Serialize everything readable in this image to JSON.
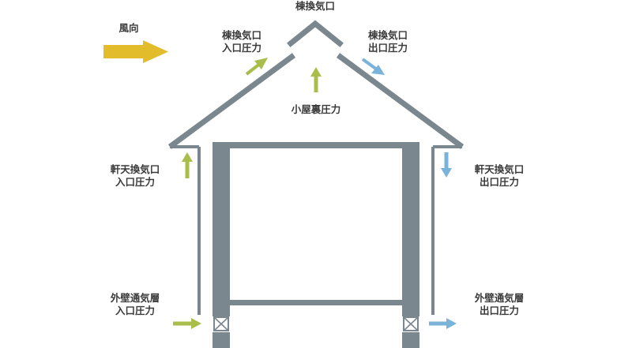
{
  "colors": {
    "structure": "#7b878e",
    "wind_arrow": "#e2bc2a",
    "inlet_arrow": "#a9bd4a",
    "outlet_arrow": "#7ab3d9",
    "text": "#3a3a3a"
  },
  "icons": {
    "vent_box": "cross-box-icon"
  },
  "labels": {
    "wind_direction": "風向",
    "ridge_vent": "棟換気口",
    "ridge_inlet": [
      "棟換気口",
      "入口圧力"
    ],
    "ridge_outlet": [
      "棟換気口",
      "出口圧力"
    ],
    "attic_pressure": "小屋裏圧力",
    "eave_inlet": [
      "軒天換気口",
      "入口圧力"
    ],
    "eave_outlet": [
      "軒天換気口",
      "出口圧力"
    ],
    "wall_inlet": [
      "外壁通気層",
      "入口圧力"
    ],
    "wall_outlet": [
      "外壁通気層",
      "出口圧力"
    ]
  }
}
